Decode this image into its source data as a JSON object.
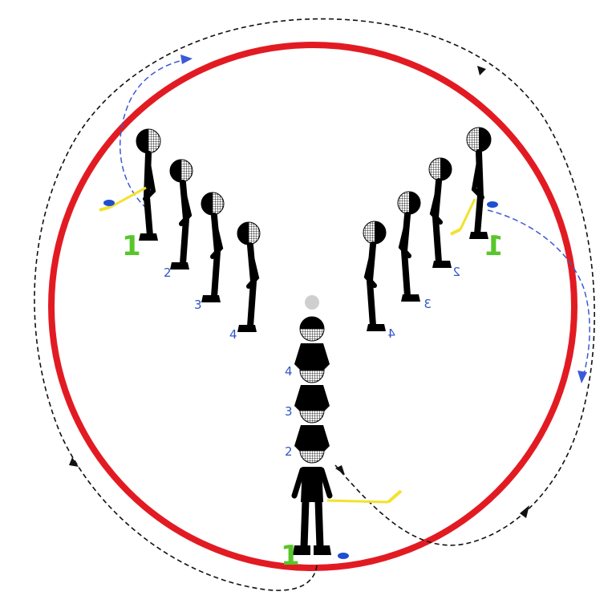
{
  "colors": {
    "rink": "#e21b23",
    "path_black": "#111111",
    "path_blue": "#3c59d6",
    "player": "#000000",
    "label_blue": "#2f56c8",
    "label_green": "#57c62a",
    "puck": "#1e4fd0",
    "stick": "#f2e22e",
    "ball": "#cfcfcf"
  },
  "icons": {
    "player": "player-icon",
    "puck": "puck-icon",
    "stick": "hockey-stick-icon",
    "ball": "ball-icon"
  },
  "labels": {
    "left_line": [
      "1",
      "2",
      "3",
      "4"
    ],
    "right_line": [
      "1",
      "2",
      "3",
      "4"
    ],
    "bottom_line": [
      "1",
      "2",
      "3",
      "4"
    ]
  }
}
